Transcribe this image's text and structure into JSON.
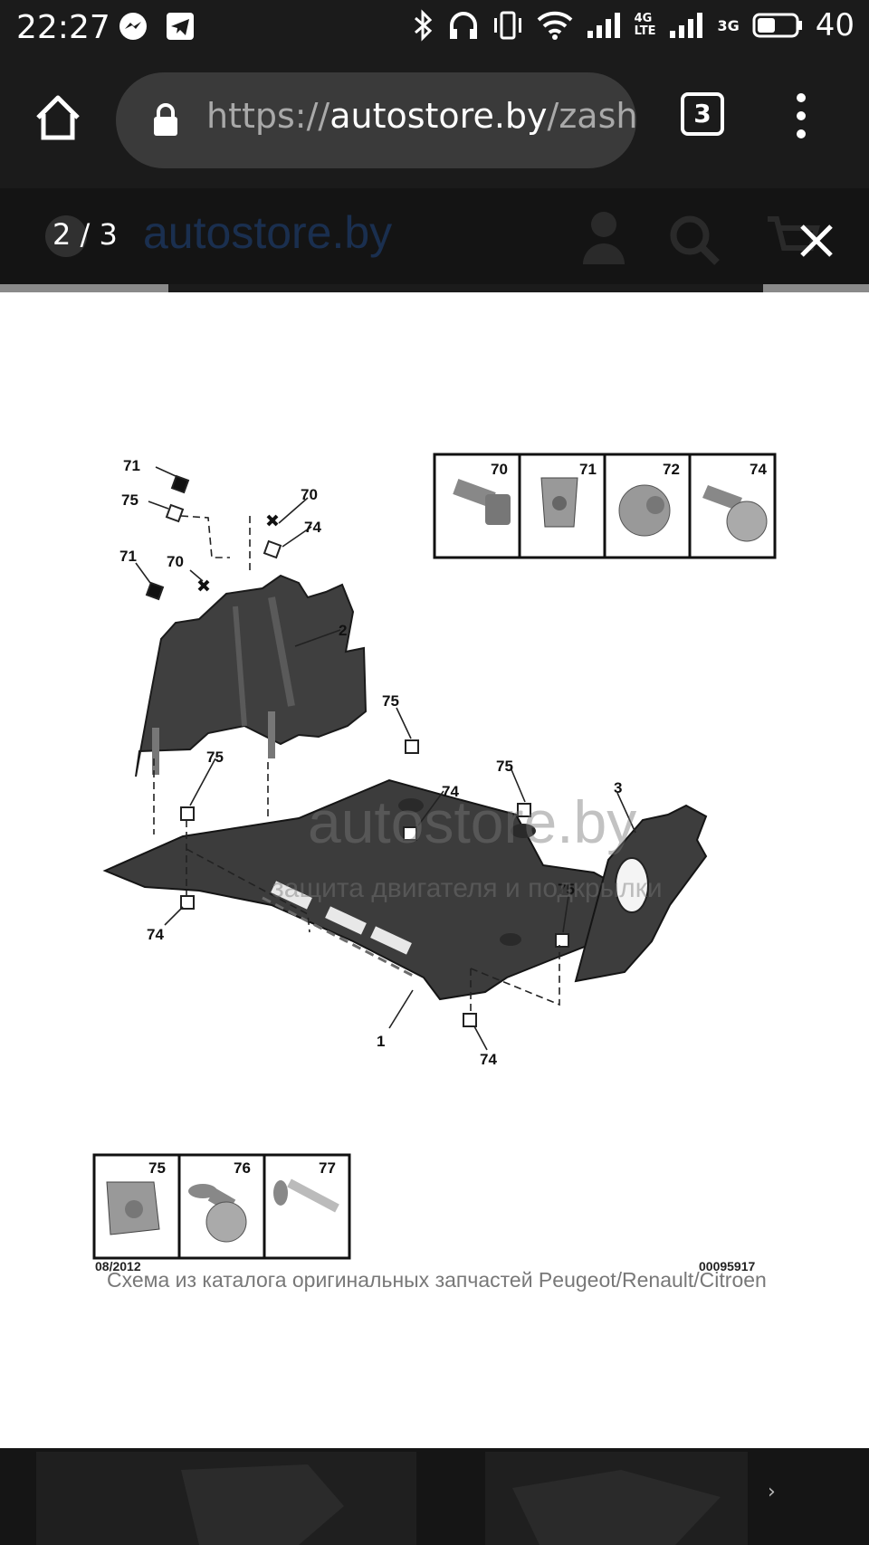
{
  "status_bar": {
    "time": "22:27",
    "network_1": "4G\nLTE",
    "network_2": "3G",
    "battery": "40",
    "icons": [
      "messenger-icon",
      "telegram-icon",
      "bluetooth-icon",
      "headphones-icon",
      "vibrate-icon",
      "wifi-icon",
      "signal-icon",
      "battery-icon"
    ]
  },
  "browser": {
    "url_scheme": "https://",
    "url_host": "autostore.by",
    "url_path": "/zash",
    "tab_count": "3"
  },
  "gallery": {
    "counter": "2 / 3",
    "site_logo_text": "autostore.by"
  },
  "diagram": {
    "callouts": {
      "c70": "70",
      "c71": "71",
      "c72": "72",
      "c74": "74",
      "c75": "75",
      "c76": "76",
      "c77": "77",
      "c1": "1",
      "c2": "2",
      "c3": "3"
    },
    "watermark_main": "autostore.by",
    "watermark_sub": "защита двигателя и подкрылки",
    "catalog_date": "08/2012",
    "catalog_id": "00095917",
    "caption": "Схема из каталога оригинальных запчастей Peugeot/Renault/Citroen"
  }
}
